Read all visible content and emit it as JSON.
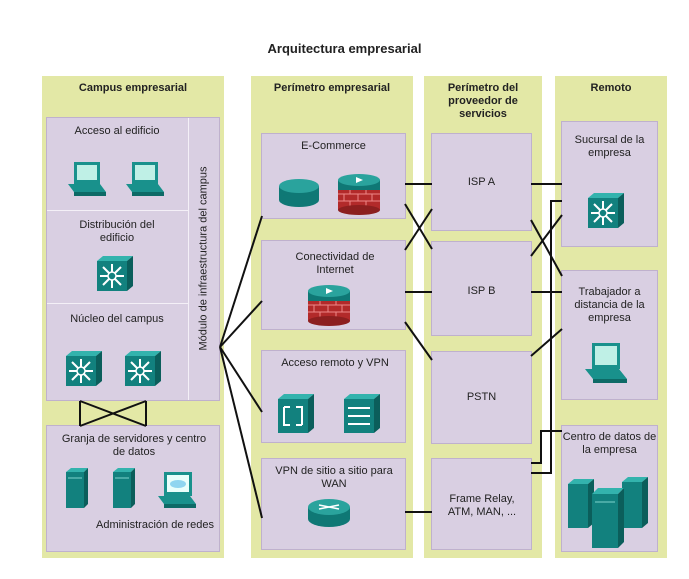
{
  "title": "Arquitectura empresarial",
  "columns": {
    "campus": "Campus empresarial",
    "edge": "Perímetro empresarial",
    "sp_edge": "Perímetro del proveedor de servicios",
    "remote": "Remoto"
  },
  "campus": {
    "access": "Acceso al edificio",
    "distribution": "Distribución del edificio",
    "core": "Núcleo del campus",
    "infrastructure": "Módulo de infraestructura del campus",
    "server_farm": "Granja de servidores y centro de datos",
    "management": "Administración de redes"
  },
  "edge": {
    "ecommerce": "E-Commerce",
    "internet": "Conectividad de Internet",
    "vpn": "Acceso remoto y VPN",
    "wan": "VPN de sitio a sitio para WAN"
  },
  "sp": {
    "isp_a": "ISP A",
    "isp_b": "ISP B",
    "pstn": "PSTN",
    "frame": "Frame Relay, ATM, MAN, ..."
  },
  "remote": {
    "branch": "Sucursal de la empresa",
    "teleworker": "Trabajador a distancia de la empresa",
    "datacenter": "Centro de datos de la empresa"
  }
}
